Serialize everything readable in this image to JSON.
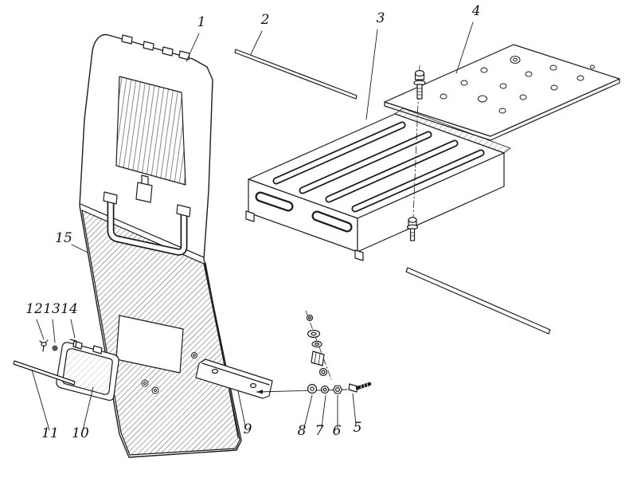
{
  "diagram": {
    "type": "exploded-parts-view",
    "background_color": "#ffffff",
    "line_color": "#1c1c1c",
    "part_numbers_visible": [
      "1",
      "2",
      "3",
      "4",
      "5",
      "6",
      "7",
      "8",
      "9",
      "10",
      "11",
      "12",
      "13",
      "14",
      "15"
    ]
  },
  "callouts": [
    {
      "label": "1",
      "text": [
        253,
        33
      ],
      "leader": [
        250,
        42,
        234,
        77
      ]
    },
    {
      "label": "2",
      "text": [
        333,
        30
      ],
      "leader": [
        329,
        39,
        315,
        68
      ]
    },
    {
      "label": "3",
      "text": [
        478,
        28
      ],
      "leader": [
        474,
        37,
        460,
        150
      ]
    },
    {
      "label": "4",
      "text": [
        598,
        19
      ],
      "leader": [
        594,
        28,
        573,
        92
      ]
    },
    {
      "label": "5",
      "text": [
        449,
        542
      ],
      "leader": [
        447,
        533,
        443,
        494
      ]
    },
    {
      "label": "6",
      "text": [
        423,
        546
      ],
      "leader": [
        424,
        537,
        424,
        496
      ]
    },
    {
      "label": "7",
      "text": [
        401,
        546
      ],
      "leader": [
        404,
        537,
        409,
        496
      ]
    },
    {
      "label": "8",
      "text": [
        379,
        546
      ],
      "leader": [
        382,
        537,
        392,
        496
      ]
    },
    {
      "label": "9",
      "text": [
        311,
        544
      ],
      "leader": [
        308,
        535,
        299,
        491
      ]
    },
    {
      "label": "10",
      "text": [
        101,
        549
      ],
      "leader": [
        104,
        540,
        117,
        486
      ]
    },
    {
      "label": "11",
      "text": [
        63,
        549
      ],
      "leader": [
        62,
        540,
        40,
        464
      ]
    },
    {
      "label": "12",
      "text": [
        43,
        393
      ],
      "leader": [
        46,
        401,
        55,
        426
      ]
    },
    {
      "label": "13",
      "text": [
        65,
        393
      ],
      "leader": [
        66,
        401,
        69,
        430
      ]
    },
    {
      "label": "14",
      "text": [
        87,
        393
      ],
      "leader": [
        89,
        401,
        94,
        424
      ]
    },
    {
      "label": "15",
      "text": [
        80,
        304
      ],
      "leader": [
        90,
        307,
        110,
        317
      ]
    }
  ]
}
